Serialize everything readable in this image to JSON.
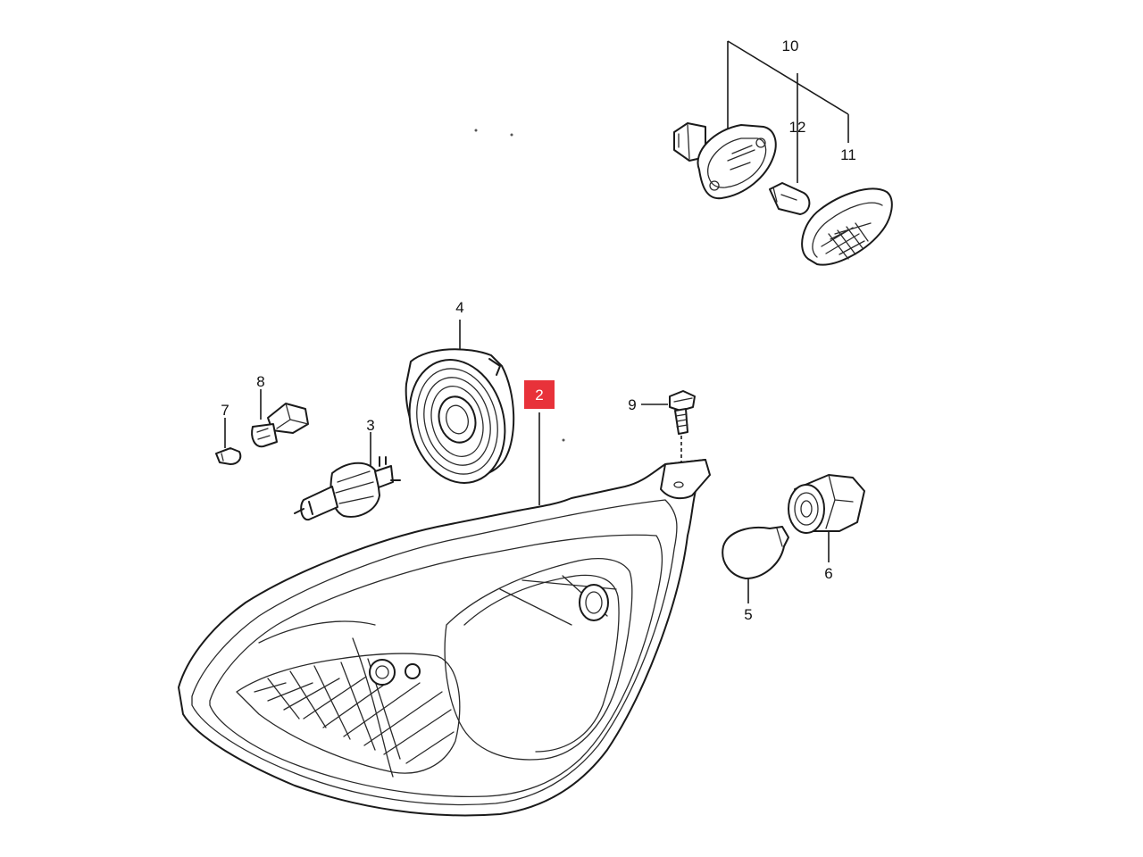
{
  "diagram": {
    "highlight_color": "#e8323a",
    "line_color": "#1a1a1a",
    "callouts": {
      "c1": "2",
      "c2": "3",
      "c3": "4",
      "c4": "5",
      "c5": "6",
      "c6": "7",
      "c7": "8",
      "c8": "9",
      "c9": "10",
      "c10": "11",
      "c11": "12"
    },
    "parts": [
      {
        "callout": "2",
        "icon": "headlamp-assembly-icon",
        "highlighted": true
      },
      {
        "callout": "3",
        "icon": "h4-bulb-icon",
        "highlighted": false
      },
      {
        "callout": "4",
        "icon": "dust-cap-icon",
        "highlighted": false
      },
      {
        "callout": "5",
        "icon": "turn-signal-bulb-icon",
        "highlighted": false
      },
      {
        "callout": "6",
        "icon": "bulb-socket-icon",
        "highlighted": false
      },
      {
        "callout": "7",
        "icon": "wedge-bulb-icon",
        "highlighted": false
      },
      {
        "callout": "8",
        "icon": "bulb-socket-icon",
        "highlighted": false
      },
      {
        "callout": "9",
        "icon": "screw-icon",
        "highlighted": false
      },
      {
        "callout": "10",
        "icon": "side-marker-assembly-icon",
        "highlighted": false
      },
      {
        "callout": "11",
        "icon": "side-marker-lens-icon",
        "highlighted": false
      },
      {
        "callout": "12",
        "icon": "wedge-bulb-icon",
        "highlighted": false
      }
    ]
  }
}
